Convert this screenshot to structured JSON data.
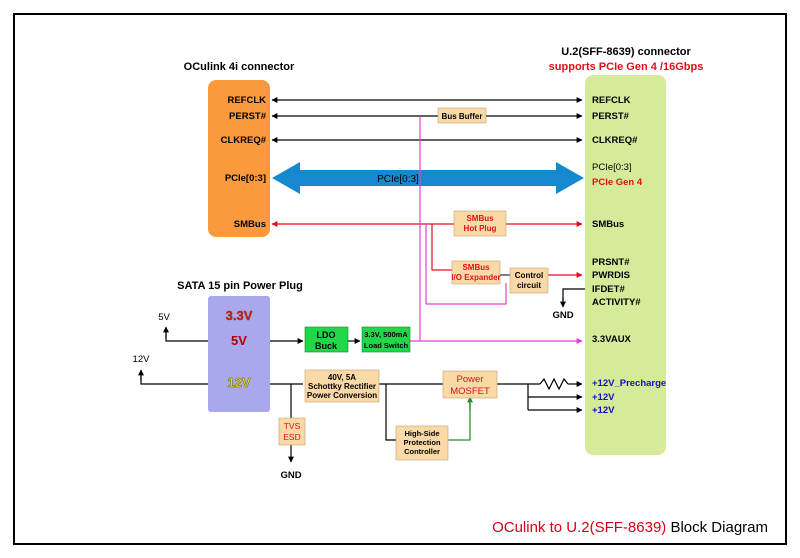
{
  "title": {
    "part1": "OCulink to U.2(SFF-8639)",
    "part2": " Block Diagram"
  },
  "oculink": {
    "heading": "OCulink 4i connector",
    "pins": [
      "REFCLK",
      "PERST#",
      "CLKREQ#",
      "PCIe[0:3]",
      "SMBus"
    ]
  },
  "u2": {
    "heading": "U.2(SFF-8639) connector",
    "subheading": "supports PCIe Gen 4 /16Gbps",
    "pins": {
      "refclk": "REFCLK",
      "perst": "PERST#",
      "clkreq": "CLKREQ#",
      "pcie": "PCIe[0:3]",
      "pcie_gen": "PCIe Gen 4",
      "smbus": "SMBus",
      "prsnt": "PRSNT#",
      "pwrdis": "PWRDIS",
      "ifdet": "IFDET#",
      "activity": "ACTIVITY#",
      "vaux": "3.3VAUX",
      "precharge": "+12V_Precharge",
      "v12a": "+12V",
      "v12b": "+12V"
    }
  },
  "sata": {
    "heading": "SATA 15 pin Power Plug",
    "rails": [
      "3.3V",
      "5V",
      "12V"
    ]
  },
  "blocks": {
    "bus_buffer": "Bus Buffer",
    "pcie_arrow": "PCIe[0:3]",
    "smbus_hotplug": [
      "SMBus",
      "Hot Plug"
    ],
    "smbus_io": [
      "SMBus",
      "I/O Expander"
    ],
    "control": [
      "Control",
      "circuit"
    ],
    "ldo": [
      "LDO",
      "Buck"
    ],
    "load_switch": [
      "3.3V, 500mA",
      "Load Switch"
    ],
    "schottky": [
      "40V, 5A",
      "Schottky Rectifier",
      "Power Conversion"
    ],
    "mosfet": [
      "Power",
      "MOSFET"
    ],
    "hsp": [
      "High-Side",
      "Protection",
      "Controller"
    ],
    "tvs": [
      "TVS",
      "ESD"
    ]
  },
  "labels": {
    "v5": "5V",
    "v12": "12V",
    "gnd_left": "GND",
    "gnd_right": "GND"
  },
  "colors": {
    "orange": "#FA9A3C",
    "green": "#D5EB9A",
    "lavender": "#A9A8EC",
    "peach": "#F9D9A6",
    "bright_green": "#22D64A",
    "arrow_blue": "#1588D0",
    "red": "#E0101A",
    "magenta": "#E83CD8",
    "title_red": "#D60016"
  }
}
